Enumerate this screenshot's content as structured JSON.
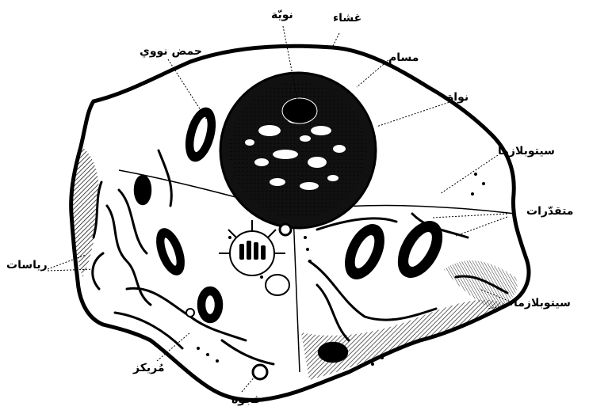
{
  "labels": {
    "membrane": "غشاء",
    "nucleolus": "نويّة",
    "nucleic_acid": "حمض نووي",
    "pore": "مسام",
    "nucleus": "نواة",
    "cytoplasm": "سيتوبلازما",
    "mitochondria": "متقدّرات",
    "ribosomes": "رياسات",
    "cytoplasm_lower": "سيتوبلازما",
    "centrosome": "مُريكز",
    "vacuole": "فجوة"
  }
}
